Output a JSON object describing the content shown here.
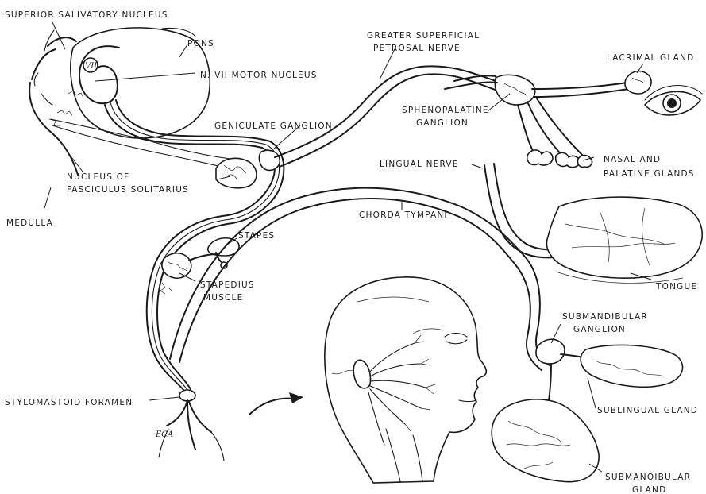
{
  "labels": {
    "superior_salivatory_nucleus": "SUPERIOR SALIVATORY NUCLEUS",
    "pons": "PONS",
    "n_vii_motor_nucleus": "N. VII MOTOR NUCLEUS",
    "vii": "VII",
    "greater_superficial_1": "GREATER SUPERFICIAL",
    "greater_superficial_2": "PETROSAL NERVE",
    "lacrimal_gland": "LACRIMAL GLAND",
    "sphenopalatine_1": "SPHENOPALATINE",
    "sphenopalatine_2": "GANGLION",
    "geniculate_ganglion": "GENICULATE GANGLION",
    "nasal_palatine_1": "NASAL AND",
    "nasal_palatine_2": "PALATINE GLANDS",
    "nucleus_fasciculus_1": "NUCLEUS OF",
    "nucleus_fasciculus_2": "FASCICULUS SOLITARIUS",
    "lingual_nerve": "LINGUAL NERVE",
    "medulla": "MEDULLA",
    "chorda_tympani": "CHORDA TYMPANI",
    "stapes": "STAPES",
    "stapedius_1": "STAPEDIUS",
    "stapedius_2": "MUSCLE",
    "tongue": "TONGUE",
    "submandibular_ganglion_1": "SUBMANDIBULAR",
    "submandibular_ganglion_2": "GANGLION",
    "stylomastoid_foramen": "STYLOMASTOID FORAMEN",
    "sublingual_gland": "SUBLINGUAL GLAND",
    "submandibular_gland_1": "SUBMANOIBULAR",
    "submandibular_gland_2": "GLAND",
    "eca": "ECA"
  }
}
